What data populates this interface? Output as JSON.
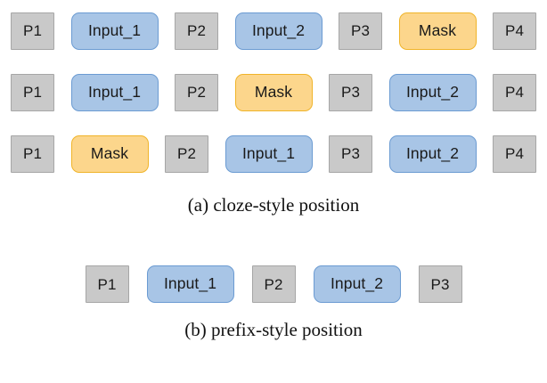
{
  "figure": {
    "panels": [
      {
        "id": "cloze-style",
        "caption": "(a) cloze-style position",
        "rows": [
          {
            "id": "cloze-row-1",
            "tokens": [
              {
                "label": "P1",
                "kind": "position"
              },
              {
                "label": "Input_1",
                "kind": "input"
              },
              {
                "label": "P2",
                "kind": "position"
              },
              {
                "label": "Input_2",
                "kind": "input"
              },
              {
                "label": "P3",
                "kind": "position"
              },
              {
                "label": "Mask",
                "kind": "mask"
              },
              {
                "label": "P4",
                "kind": "position"
              }
            ]
          },
          {
            "id": "cloze-row-2",
            "tokens": [
              {
                "label": "P1",
                "kind": "position"
              },
              {
                "label": "Input_1",
                "kind": "input"
              },
              {
                "label": "P2",
                "kind": "position"
              },
              {
                "label": "Mask",
                "kind": "mask"
              },
              {
                "label": "P3",
                "kind": "position"
              },
              {
                "label": "Input_2",
                "kind": "input"
              },
              {
                "label": "P4",
                "kind": "position"
              }
            ]
          },
          {
            "id": "cloze-row-3",
            "tokens": [
              {
                "label": "P1",
                "kind": "position"
              },
              {
                "label": "Mask",
                "kind": "mask"
              },
              {
                "label": "P2",
                "kind": "position"
              },
              {
                "label": "Input_1",
                "kind": "input"
              },
              {
                "label": "P3",
                "kind": "position"
              },
              {
                "label": "Input_2",
                "kind": "input"
              },
              {
                "label": "P4",
                "kind": "position"
              }
            ]
          }
        ]
      },
      {
        "id": "prefix-style",
        "caption": "(b) prefix-style position",
        "rows": [
          {
            "id": "prefix-row-1",
            "tokens": [
              {
                "label": "P1",
                "kind": "position"
              },
              {
                "label": "Input_1",
                "kind": "input"
              },
              {
                "label": "P2",
                "kind": "position"
              },
              {
                "label": "Input_2",
                "kind": "input"
              },
              {
                "label": "P3",
                "kind": "position"
              }
            ]
          }
        ]
      }
    ]
  },
  "colors": {
    "position_fill": "#c9c9c9",
    "position_border": "#a6a6a6",
    "input_fill": "#a8c5e6",
    "input_border": "#6b9bd2",
    "mask_fill": "#fcd68c",
    "mask_border": "#f0b429",
    "text": "#1a1a1a",
    "background": "#ffffff"
  }
}
